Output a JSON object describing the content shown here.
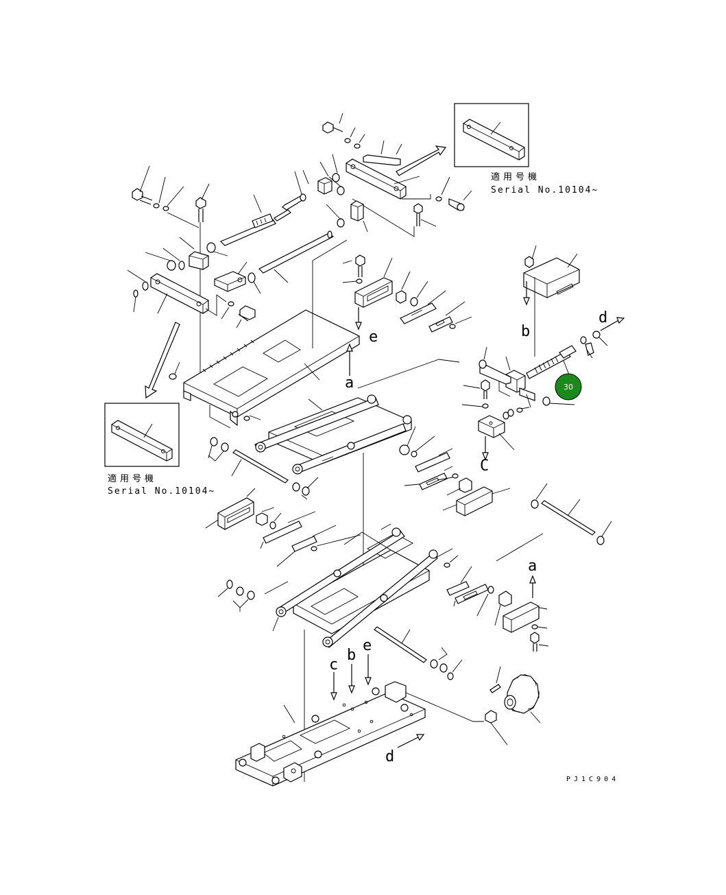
{
  "inset_top": {
    "label_jp": "適用号機",
    "label_serial": "Serial No.10104~"
  },
  "inset_left": {
    "label_jp": "適用号機",
    "label_serial": "Serial No.10104~"
  },
  "callouts": {
    "a_top": "a",
    "a_bottom": "a",
    "b_top": "b",
    "b_bottom": "b",
    "c_top": "C",
    "c_bottom": "c",
    "d_top": "d",
    "d_bottom": "d",
    "e_top": "e",
    "e_bottom": "e"
  },
  "part_badge": {
    "number": "30",
    "color": "#1a8a1a"
  },
  "drawing_code": "PJ1C904"
}
